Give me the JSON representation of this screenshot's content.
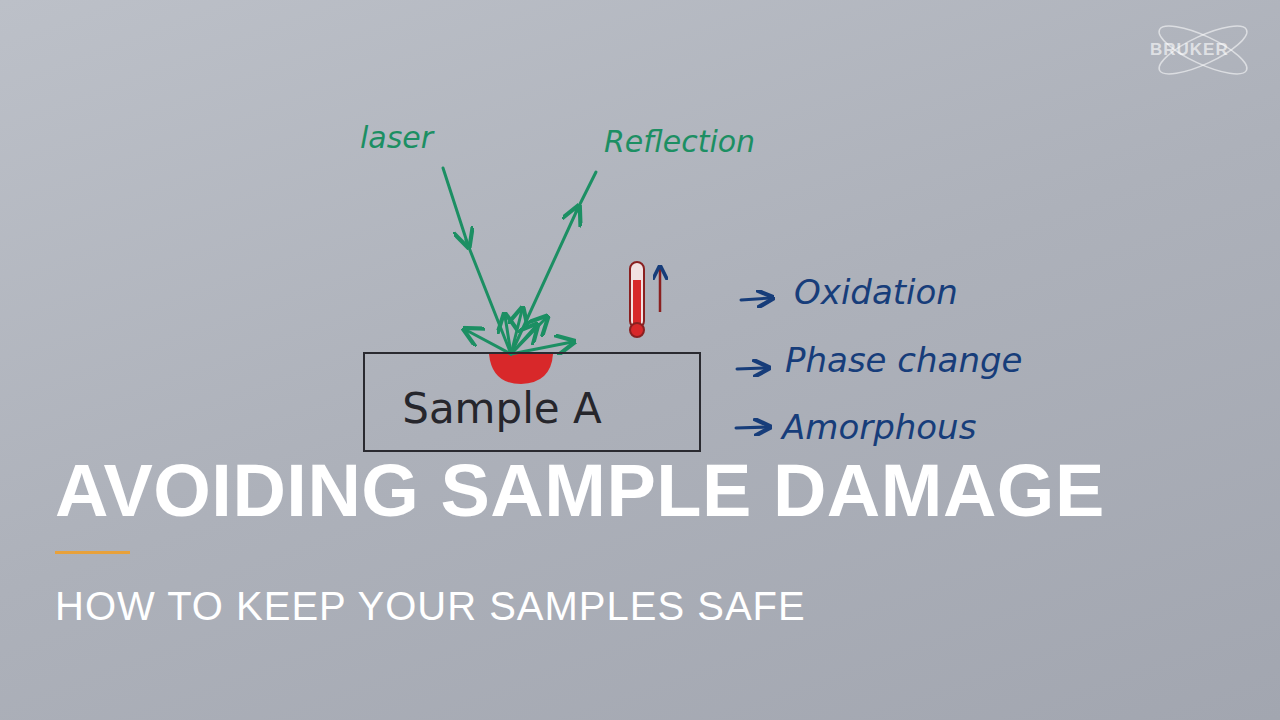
{
  "diagram": {
    "title": "AVOIDING SAMPLE DAMAGE",
    "caption": "HOW TO KEEP YOUR SAMPLES SAFE",
    "nodes": [
      {
        "text": [
          "Sample A"
        ]
      }
    ],
    "labels": [
      "laser",
      "Reflection",
      "Oxidation",
      "Phase change",
      "Amorphous",
      "BRUKER"
    ]
  }
}
